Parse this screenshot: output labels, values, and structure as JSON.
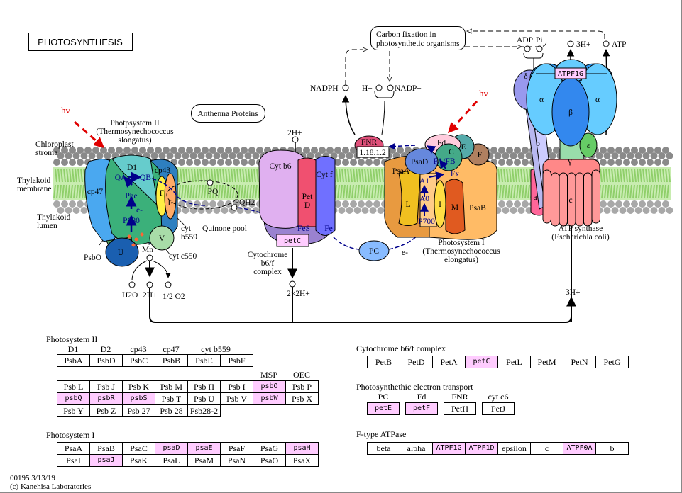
{
  "title": "PHOTOSYNTHESIS",
  "colors": {
    "highlight": "#ffccff",
    "electron_path": "#00008b",
    "light": "#e00000",
    "membrane_lipid": "#8fcf6a",
    "membrane_head": "#a0a0a0"
  },
  "labels": {
    "hv_left": "hv",
    "hv_right": "hv",
    "psii_t1": "Photpsystem II",
    "psii_t2": "(Thermosynechococcus",
    "psii_t3": "slongatus)",
    "stroma1": "Chloroplast",
    "stroma2": "stroma",
    "memb1": "Thylakoid",
    "memb2": "membrane",
    "lumen1": "Thylakoid",
    "lumen2": "lumen",
    "cp47": "cp47",
    "d1": "D1",
    "cp43": "cp43",
    "qa": "QA",
    "qb": "QB",
    "phe": "Phe",
    "e1": "e-",
    "p680": "P680",
    "f_psii": "F",
    "e_psii": "E",
    "pq": "PQ",
    "pqh2": "PQH2",
    "cyt1": "cyt",
    "b559": "b559",
    "quinone": "Quinone pool",
    "v": "V",
    "cytc550": "cyt c550",
    "u": "U",
    "psbo": "PsbO",
    "mn": "Mn",
    "h2o": "H2O",
    "h2_lumen": "2H+",
    "o2": "1/2 O2",
    "antenna": "Anthenna Proteins",
    "h2_stroma": "2H+",
    "cytb6": "Cyt b6",
    "pet": "Pet",
    "petd": "D",
    "cytf": "Cyt f",
    "fes": "FeS",
    "fe": "Fe",
    "petc": "petC",
    "cytcx1": "Cytochrome",
    "cytcx2": "b6/f",
    "cytcx3": "complex",
    "h4_lumen": "2×2H+",
    "pc": "PC",
    "e2": "e-",
    "fnr": "FNR",
    "ec": "1.18.1.2",
    "fd": "Fd",
    "psaa": "PsaA",
    "psad": "PsaD",
    "e_psi": "E",
    "f_psi": "F",
    "c_psi": "C",
    "fafb": "FA/FB",
    "fx": "Fx",
    "a1": "A1",
    "a0": "A0",
    "p700": "P700",
    "l": "L",
    "i": "I",
    "m": "M",
    "psab": "PsaB",
    "psi_t1": "Photosystem I",
    "psi_t2": "(Thermosynechococcus",
    "psi_t3": "elongatus)",
    "nadph": "NADPH",
    "hplus": "H+",
    "nadp": "NADP+",
    "carbon1": "Carbon fixation in",
    "carbon2": "photosynthetic organisms",
    "adp": "ADP",
    "pi": "Pi",
    "h3_top": "3H+",
    "atp": "ATP",
    "delta": "δ",
    "alpha1": "α",
    "beta": "β",
    "alpha2": "α",
    "atpf1g": "ATPF1G",
    "b": "b",
    "epsilon": "ε",
    "gamma": "γ",
    "a": "a",
    "c": "c",
    "atps1": "ATP synthase",
    "atps2": "(Escherichia coli)",
    "h3_bottom": "3H+"
  },
  "tables": {
    "psii": {
      "title": "Photosystem II",
      "headers1": [
        "D1",
        "D2",
        "cp43",
        "cp47",
        "cyt b559",
        ""
      ],
      "row1": [
        {
          "t": "PsbA"
        },
        {
          "t": "PsbD"
        },
        {
          "t": "PsbC"
        },
        {
          "t": "PsbB"
        },
        {
          "t": "PsbE"
        },
        {
          "t": "PsbF"
        }
      ],
      "headers2": [
        "",
        "",
        "",
        "",
        "",
        "",
        "MSP",
        "OEC"
      ],
      "rows2": [
        [
          {
            "t": "Psb L"
          },
          {
            "t": "Psb J"
          },
          {
            "t": "Psb K"
          },
          {
            "t": "Psb M"
          },
          {
            "t": "Psb H"
          },
          {
            "t": "Psb I"
          },
          {
            "t": "psbO",
            "hl": true
          },
          {
            "t": "Psb P"
          }
        ],
        [
          {
            "t": "psbQ",
            "hl": true
          },
          {
            "t": "psbR",
            "hl": true
          },
          {
            "t": "psbS",
            "hl": true
          },
          {
            "t": "Psb T"
          },
          {
            "t": "Psb U"
          },
          {
            "t": "Psb V"
          },
          {
            "t": "psbW",
            "hl": true
          },
          {
            "t": "Psb X"
          }
        ],
        [
          {
            "t": "Psb Y"
          },
          {
            "t": "Psb Z"
          },
          {
            "t": "Psb 27"
          },
          {
            "t": "Psb 28"
          },
          {
            "t": "Psb28-2"
          }
        ]
      ]
    },
    "psi": {
      "title": "Photosystem I",
      "rows": [
        [
          {
            "t": "PsaA"
          },
          {
            "t": "PsaB"
          },
          {
            "t": "PsaC"
          },
          {
            "t": "psaD",
            "hl": true
          },
          {
            "t": "psaE",
            "hl": true
          },
          {
            "t": "PsaF"
          },
          {
            "t": "PsaG"
          },
          {
            "t": "psaH",
            "hl": true
          }
        ],
        [
          {
            "t": "PsaI"
          },
          {
            "t": "psaJ",
            "hl": true
          },
          {
            "t": "PsaK"
          },
          {
            "t": "PsaL"
          },
          {
            "t": "PsaM"
          },
          {
            "t": "PsaN"
          },
          {
            "t": "PsaO"
          },
          {
            "t": "PsaX"
          }
        ]
      ]
    },
    "cytb6f": {
      "title": "Cytochrome b6/f complex",
      "rows": [
        [
          {
            "t": "PetB"
          },
          {
            "t": "PetD"
          },
          {
            "t": "PetA"
          },
          {
            "t": "petC",
            "hl": true
          },
          {
            "t": "PetL"
          },
          {
            "t": "PetM"
          },
          {
            "t": "PetN"
          },
          {
            "t": "PetG"
          }
        ]
      ]
    },
    "pet": {
      "title": "Photosynthethic electron transport",
      "headers": [
        "PC",
        "Fd",
        "FNR",
        "cyt c6"
      ],
      "cells": [
        {
          "t": "petE",
          "hl": true
        },
        {
          "t": "petF",
          "hl": true
        },
        {
          "t": "PetH"
        },
        {
          "t": "PetJ"
        }
      ]
    },
    "atpase": {
      "title": "F-type ATPase",
      "rows": [
        [
          {
            "t": "beta"
          },
          {
            "t": "alpha"
          },
          {
            "t": "ATPF1G",
            "hl": true
          },
          {
            "t": "ATPF1D",
            "hl": true
          },
          {
            "t": "epsilon"
          },
          {
            "t": "c"
          },
          {
            "t": "ATPF0A",
            "hl": true
          },
          {
            "t": "b"
          }
        ]
      ]
    }
  },
  "footer": {
    "line1": "00195 3/13/19",
    "line2": "(c) Kanehisa Laboratories"
  }
}
